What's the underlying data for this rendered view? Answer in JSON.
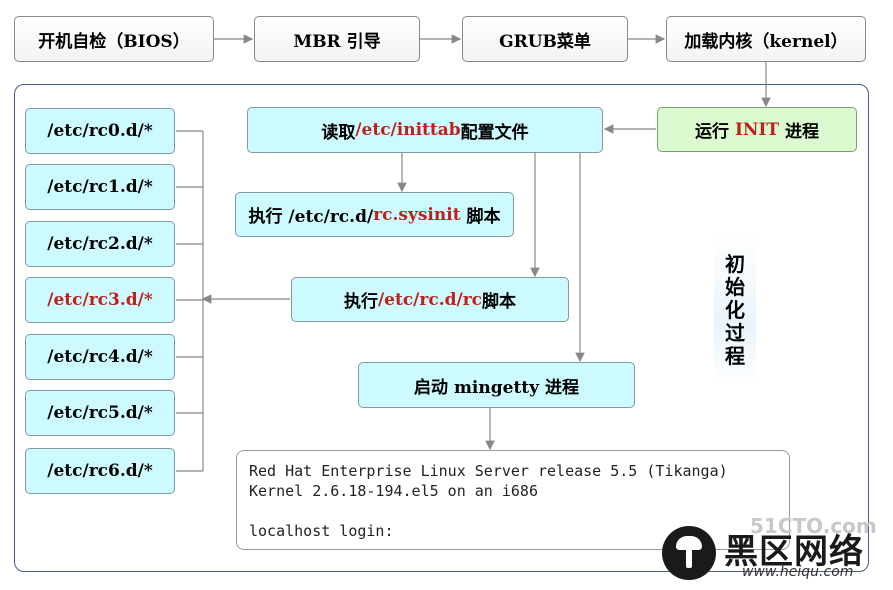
{
  "top_row": {
    "bios": "开机自检（BIOS）",
    "mbr": "MBR 引导",
    "grub": "GRUB菜单",
    "kernel": "加载内核（kernel）"
  },
  "init": {
    "prefix": "运行 ",
    "highlight": "INIT",
    "suffix": " 进程"
  },
  "inittab": {
    "prefix": "读取",
    "highlight": "/etc/inittab",
    "suffix": "配置文件"
  },
  "sysinit": {
    "prefix": "执行 /etc/rc.d/",
    "highlight": "rc.sysinit",
    "suffix": " 脚本"
  },
  "rc_script": {
    "prefix": "执行",
    "highlight": "/etc/rc.d/rc",
    "suffix": "脚本"
  },
  "mingetty": "启动 mingetty 进程",
  "runlevels": [
    "/etc/rc0.d/*",
    "/etc/rc1.d/*",
    "/etc/rc2.d/*",
    "/etc/rc3.d/*",
    "/etc/rc4.d/*",
    "/etc/rc5.d/*",
    "/etc/rc6.d/*"
  ],
  "highlighted_runlevel": "/etc/rc3.d/*",
  "side_label": [
    "初",
    "始",
    "化",
    "过",
    "程"
  ],
  "terminal": {
    "line1": "Red Hat Enterprise Linux Server release 5.5 (Tikanga)",
    "line2": "Kernel 2.6.18-194.el5 on an i686",
    "line3": "localhost login:"
  },
  "watermark": {
    "faint": "51CTO.com",
    "main": "黑区网络",
    "url": "www.heiqu.com"
  },
  "colors": {
    "highlight_red": "#c0201a",
    "cyan_fill": "#ccfaff",
    "green_fill": "#dcfad0",
    "frame_border": "#4a5a8c"
  }
}
